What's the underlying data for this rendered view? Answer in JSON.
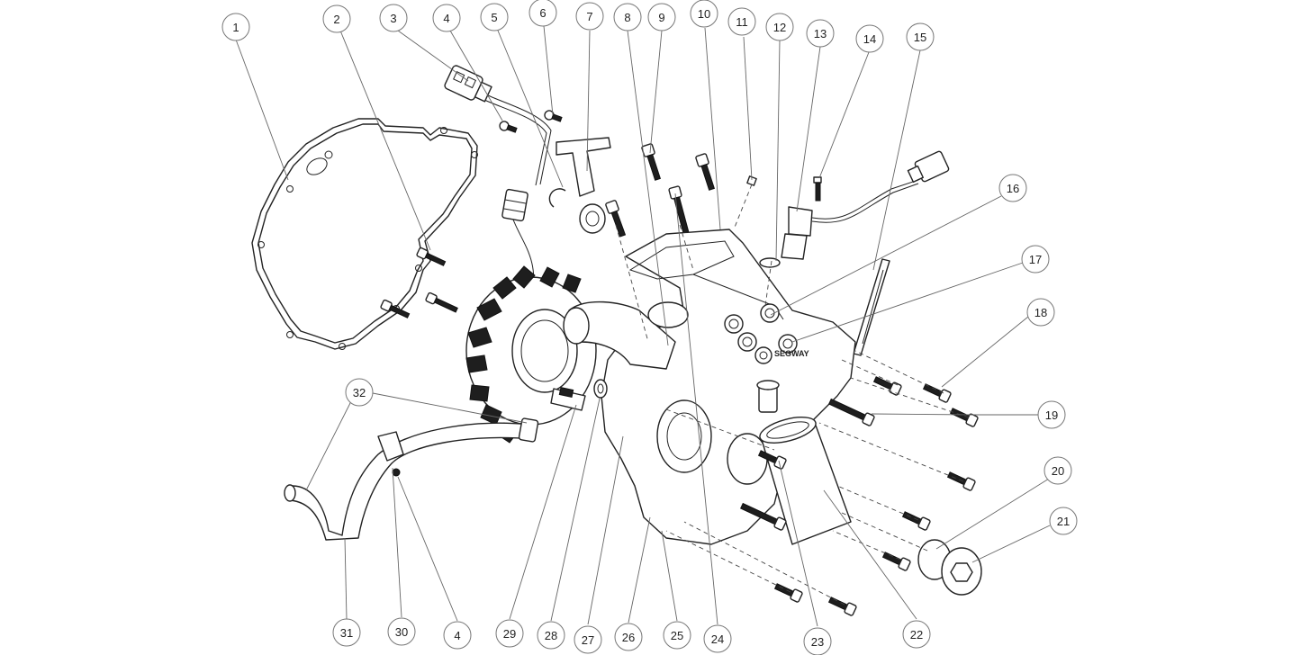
{
  "diagram": {
    "brand_text": "SEGWAY",
    "callouts": [
      "1",
      "2",
      "3",
      "4",
      "5",
      "6",
      "7",
      "8",
      "9",
      "10",
      "11",
      "12",
      "13",
      "14",
      "15",
      "16",
      "17",
      "18",
      "19",
      "20",
      "21",
      "22",
      "23",
      "24",
      "25",
      "26",
      "27",
      "28",
      "29",
      "30",
      "31",
      "32"
    ],
    "callout_bottom_4": "4"
  }
}
